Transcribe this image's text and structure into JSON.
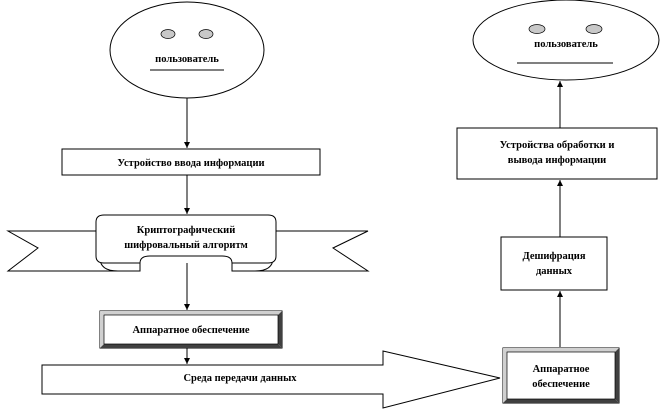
{
  "user_left": {
    "label": "пользователь"
  },
  "user_right": {
    "label": "пользователь"
  },
  "input_device": {
    "label": "Устройство ввода информации"
  },
  "crypto_banner": {
    "line1": "Криптографический",
    "line2": "шифровальный алгоритм"
  },
  "hardware_left": {
    "label": "Аппаратное обеспечение"
  },
  "transmission_arrow": {
    "label": "Среда передачи данных"
  },
  "hardware_right": {
    "line1": "Аппаратное",
    "line2": "обеспечение"
  },
  "decryption_box": {
    "line1": "Дешифрация",
    "line2": "данных"
  },
  "output_device": {
    "line1": "Устройства обработки и",
    "line2": "вывода информации"
  },
  "colors": {
    "stroke": "#000000",
    "fill": "#ffffff",
    "eye": "#c8c8c8",
    "bevel_light": "#d0d0d0",
    "bevel_dark": "#404040"
  }
}
